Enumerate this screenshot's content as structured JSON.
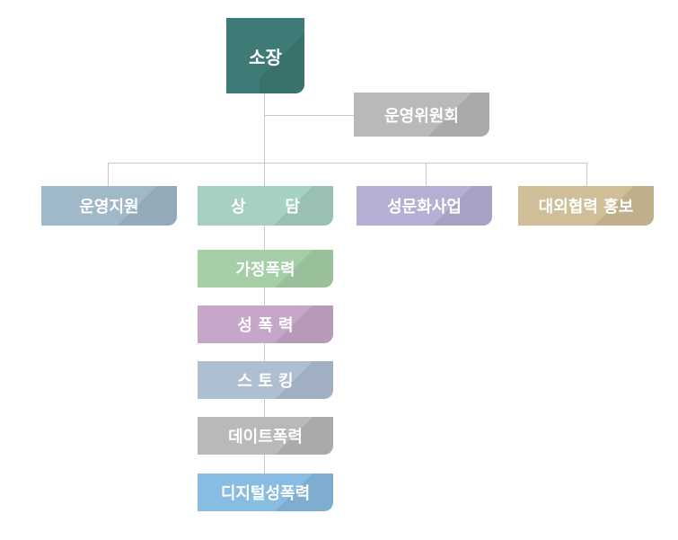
{
  "org_chart": {
    "director": {
      "label": "소장",
      "color": "#3e7b76"
    },
    "committee": {
      "label": "운영위원회",
      "color": "#b9b9b9"
    },
    "departments": [
      {
        "label": "운영지원",
        "color": "#9fb9c9"
      },
      {
        "label": "상       담",
        "color": "#a7d0c5"
      },
      {
        "label": "성문화사업",
        "color": "#b3b0d4"
      },
      {
        "label": "대외협력 홍보",
        "color": "#cfbe97"
      }
    ],
    "counseling_units": [
      {
        "label": "가정폭력",
        "color": "#a6cfa8"
      },
      {
        "label": "성 폭 력",
        "color": "#c7a7c9"
      },
      {
        "label": "스 토 킹",
        "color": "#aebfd2"
      },
      {
        "label": "데이트폭력",
        "color": "#b9b9b9"
      },
      {
        "label": "디지털성폭력",
        "color": "#89bce2"
      }
    ]
  }
}
